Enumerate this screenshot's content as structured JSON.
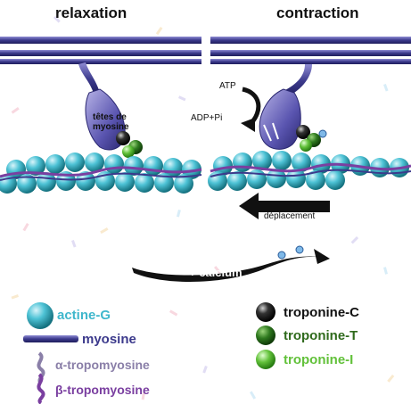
{
  "panels": {
    "left_title": "relaxation",
    "right_title": "contraction"
  },
  "labels": {
    "heads": "têtes de myosine",
    "atp": "ATP",
    "adp": "ADP+Pi",
    "displacement": "déplacement",
    "calcium": "+ calcium"
  },
  "legend": {
    "actin": "actine-G",
    "myosin": "myosine",
    "alpha_tropo": "α-tropomyosine",
    "beta_tropo": "β-tropomyosine",
    "trop_c": "troponine-C",
    "trop_t": "troponine-T",
    "trop_i": "troponine-I"
  },
  "colors": {
    "actin": "#3fb7cc",
    "myosin": "#3c3a8c",
    "alpha_tropo": "#8a7fa8",
    "beta_tropo": "#7a3fa0",
    "trop_c": "#111111",
    "trop_t": "#2f6a1c",
    "trop_i": "#62c13a"
  }
}
